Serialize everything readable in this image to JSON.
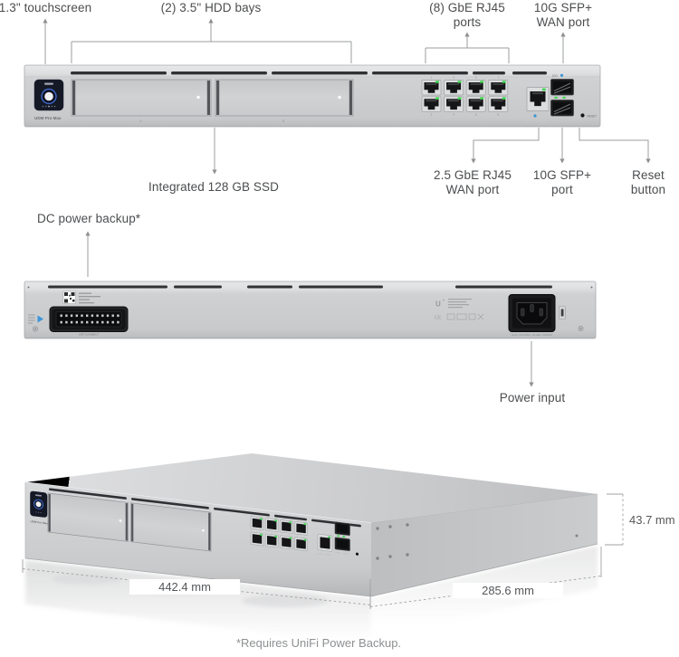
{
  "product": {
    "model": "UDM Pro Max"
  },
  "callouts": {
    "touchscreen": "1.3\" touchscreen",
    "hdd_bays": "(2) 3.5\" HDD bays",
    "gbe_ports": [
      "(8) GbE RJ45",
      "ports"
    ],
    "sfp_wan": [
      "10G SFP+",
      "WAN port"
    ],
    "ssd": "Integrated 128 GB SSD",
    "wan_25g": [
      "2.5 GbE RJ45",
      "WAN port"
    ],
    "sfp_10g": [
      "10G SFP+",
      "port"
    ],
    "reset": [
      "Reset",
      "button"
    ],
    "dc_backup": "DC power backup*",
    "power_input": "Power input"
  },
  "dimensions": {
    "height": "43.7 mm",
    "width": "442.4 mm",
    "depth": "285.6 mm"
  },
  "footnote": "*Requires UniFi Power Backup.",
  "device_text": {
    "model": "UDM Pro Max",
    "usp_connect": "USP CONNECT",
    "reset": "RESET",
    "sfp_speed": "10G",
    "power_rating": "Input: 100-240V~ 2A Max. 50/60Hz",
    "cert": "CE",
    "bay_numbers": [
      "1",
      "2"
    ],
    "port_numbers_top": [
      "1",
      "3",
      "5",
      "7"
    ],
    "port_numbers_bottom": [
      "2",
      "4",
      "6",
      "8"
    ]
  },
  "colors": {
    "accent_blue": "#3c95d8",
    "led_green": "#43d554",
    "screen_ring_blue": "#3e68c9",
    "chassis": "#cdced0",
    "callout_line": "#9b9c9e",
    "label_text": "#4b4d4f",
    "footnote_text": "#8e9092"
  }
}
